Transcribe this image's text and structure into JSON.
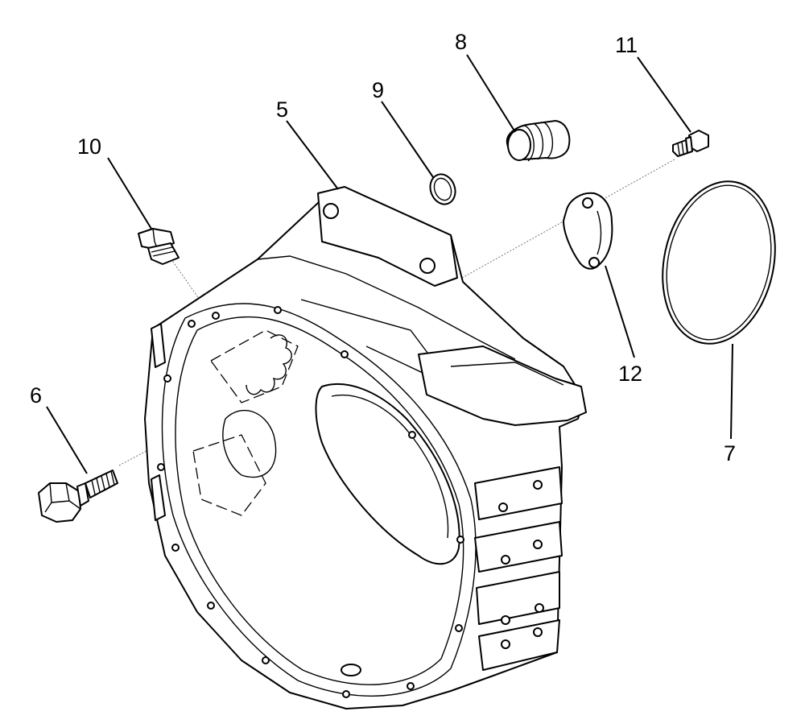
{
  "callouts": [
    {
      "id": "5",
      "label": "5"
    },
    {
      "id": "6",
      "label": "6"
    },
    {
      "id": "7",
      "label": "7"
    },
    {
      "id": "8",
      "label": "8"
    },
    {
      "id": "9",
      "label": "9"
    },
    {
      "id": "10",
      "label": "10"
    },
    {
      "id": "11",
      "label": "11"
    },
    {
      "id": "12",
      "label": "12"
    }
  ]
}
